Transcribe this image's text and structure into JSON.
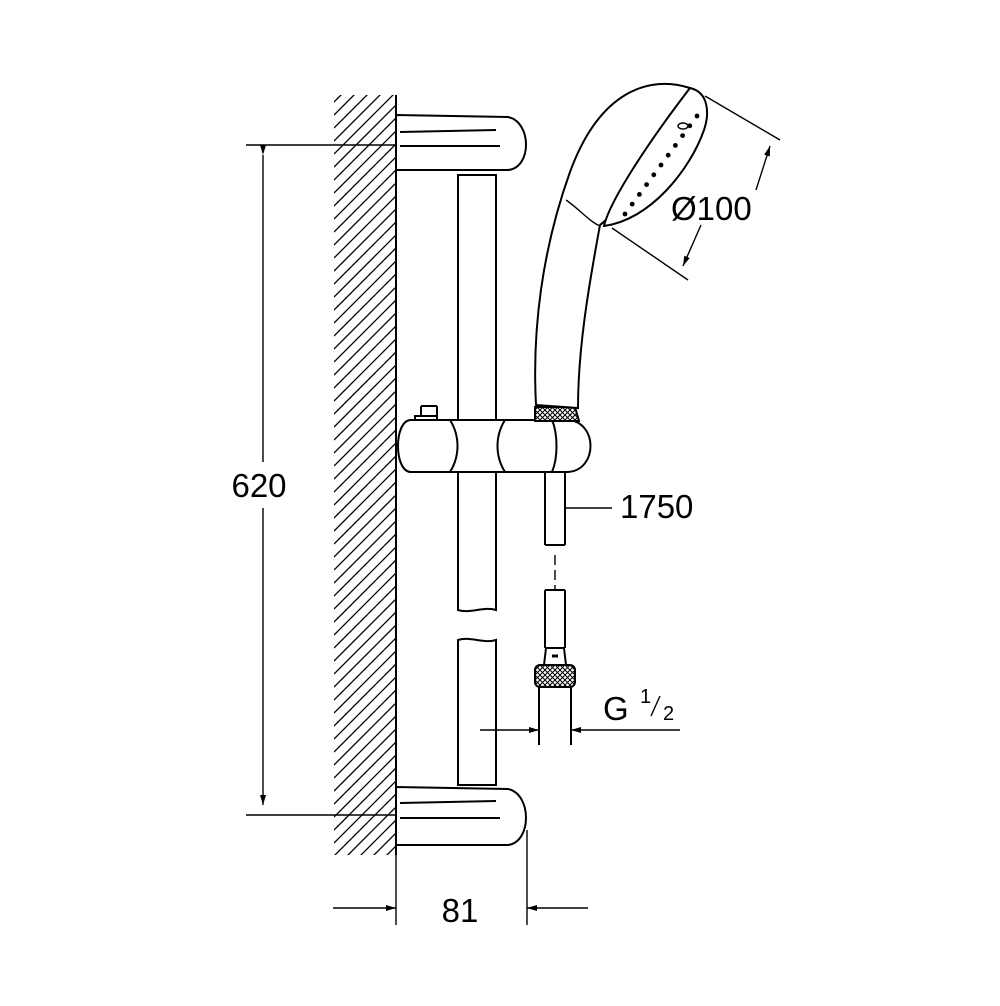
{
  "dimensions": {
    "height": "620",
    "projection": "81",
    "head_diameter": "Ø100",
    "hose_length": "1750",
    "thread_main": "G",
    "thread_num": "1",
    "thread_den": "2"
  },
  "colors": {
    "line": "#000000",
    "background": "#ffffff"
  }
}
